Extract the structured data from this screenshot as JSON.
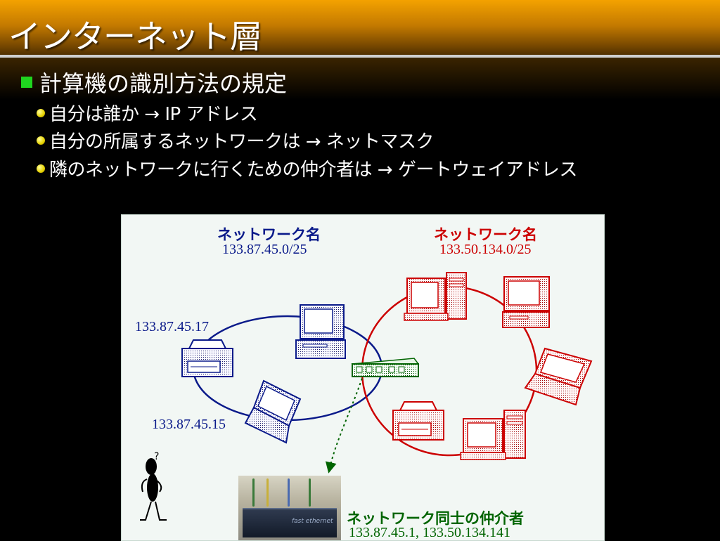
{
  "slide": {
    "title": "インターネット層",
    "main_bullet": "計算機の識別方法の規定",
    "sub_bullets": [
      "自分は誰か → IP アドレス",
      "自分の所属するネットワークは → ネットマスク",
      "隣のネットワークに行くための仲介者は → ゲートウェイアドレス"
    ]
  },
  "diagram": {
    "left_network": {
      "label": "ネットワーク名",
      "address": "133.87.45.0/25",
      "color": "#0a1a8a",
      "hosts": [
        "133.87.45.17",
        "133.87.45.15"
      ]
    },
    "right_network": {
      "label": "ネットワーク名",
      "address": "133.50.134.0/25",
      "color": "#cc0000"
    },
    "gateway": {
      "label": "ネットワーク同士の仲介者",
      "addresses": "133.87.45.1, 133.50.134.141",
      "color": "#006400",
      "photo_text": "fast ethernet"
    },
    "icons": [
      "computer-icon",
      "printer-icon",
      "laptop-icon",
      "router-icon",
      "confused-person-icon"
    ]
  }
}
